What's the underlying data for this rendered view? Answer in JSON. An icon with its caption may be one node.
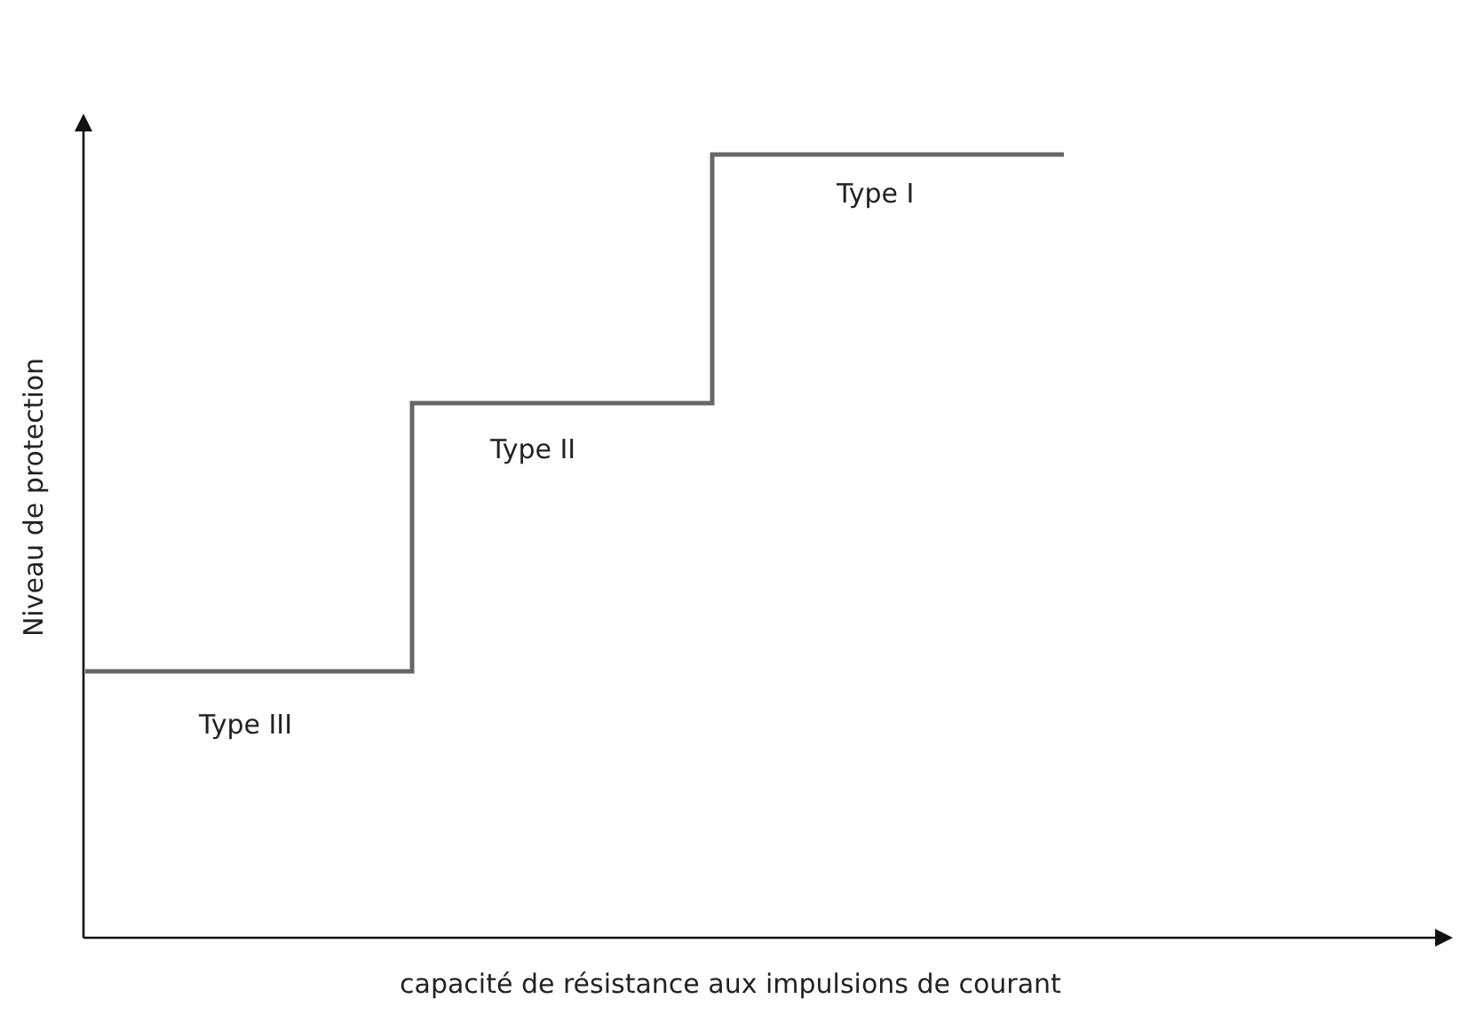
{
  "diagram": {
    "labels": [
      "Type I",
      "Type II",
      "Niveau de protection",
      "Type III",
      "capacité de résistance aux impulsions de courant"
    ]
  }
}
